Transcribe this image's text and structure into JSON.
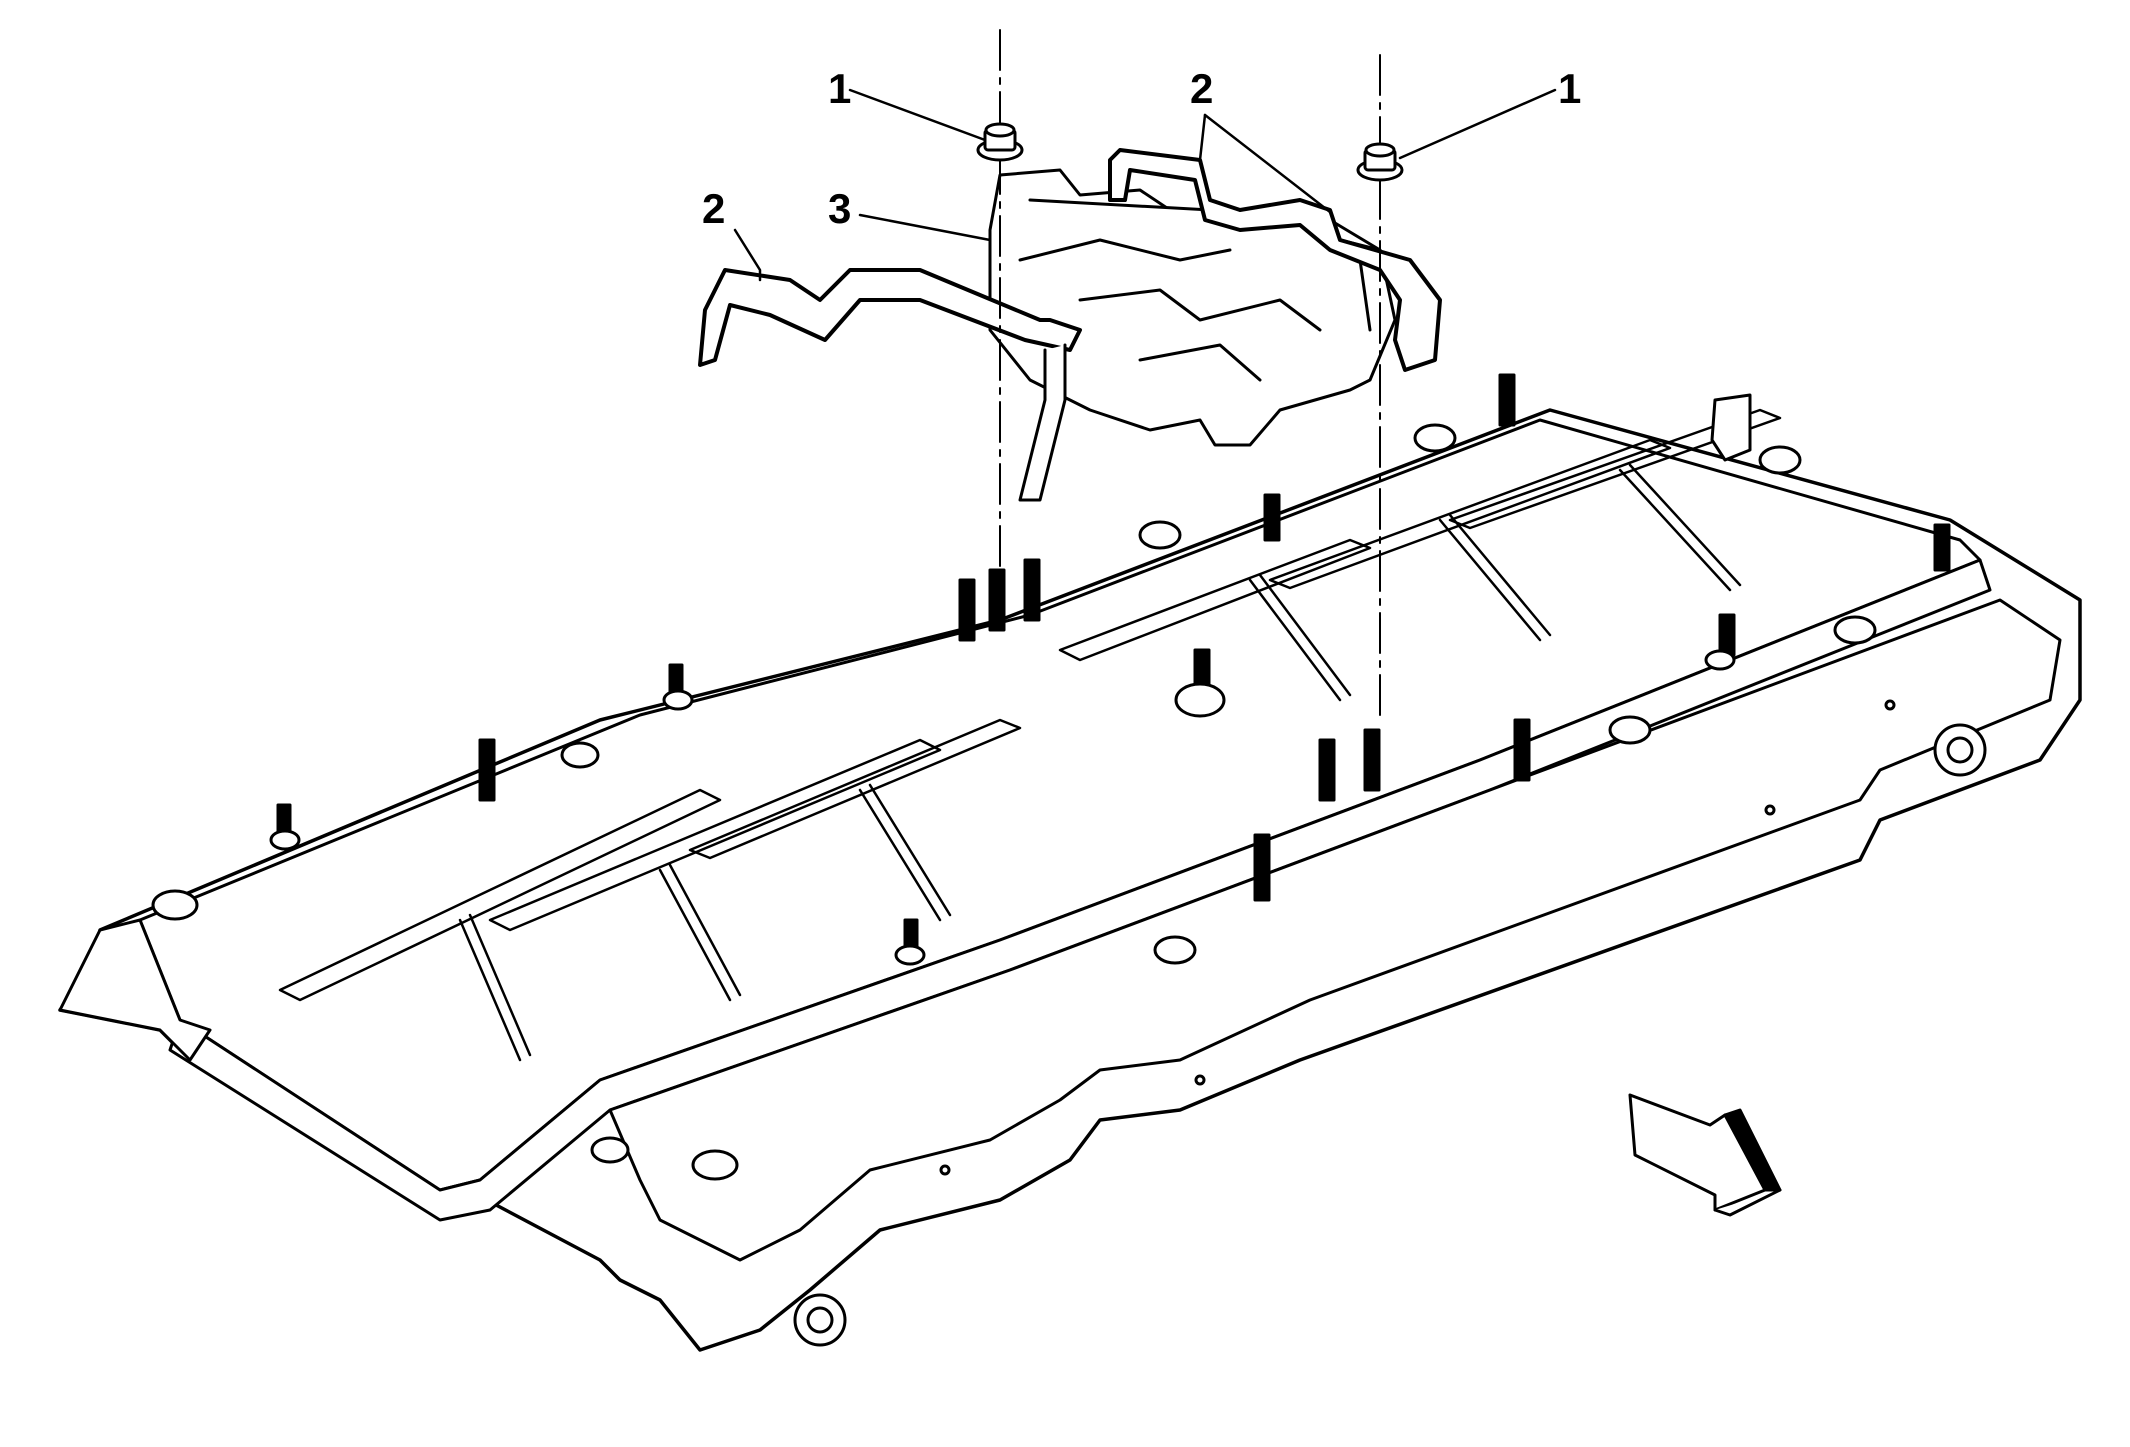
{
  "callouts": [
    {
      "id": "nut-left",
      "label": "1"
    },
    {
      "id": "nut-right",
      "label": "1"
    },
    {
      "id": "bracket-top",
      "label": "2"
    },
    {
      "id": "bracket-left",
      "label": "2"
    },
    {
      "id": "module",
      "label": "3"
    }
  ],
  "colors": {
    "line": "#000000",
    "fill": "#ffffff"
  }
}
